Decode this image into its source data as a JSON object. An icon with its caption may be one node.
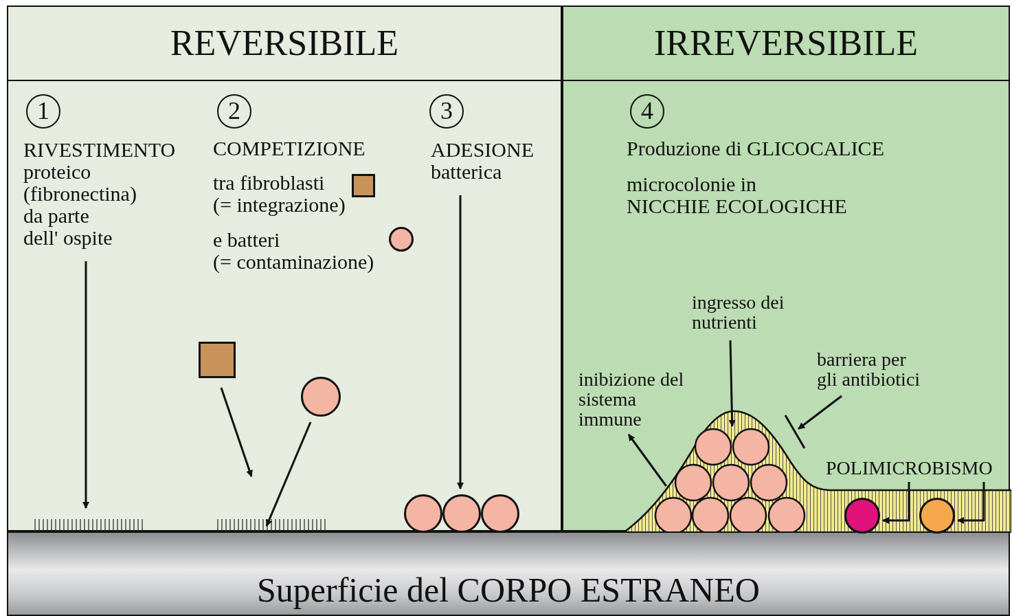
{
  "diagram": {
    "nodes": [
      {
        "text": [
          "REVERSIBILE"
        ]
      },
      {
        "text": [
          "IRREVERSIBILE"
        ]
      },
      {
        "text": [
          "1"
        ],
        "in": 0
      },
      {
        "text": [
          "RIVESTIMENTO",
          "proteico (fibronectina) da parte dell' ospite"
        ],
        "in": 0
      },
      {
        "text": [
          "2"
        ],
        "in": 0
      },
      {
        "text": [
          "3"
        ],
        "in": 0
      },
      {
        "text": [
          "ADESIONE",
          "batterica"
        ],
        "in": 0
      },
      {
        "text": [],
        "shape": "box",
        "in": 0
      },
      {
        "text": [],
        "shape": "circle",
        "in": 0
      },
      {
        "text": [],
        "shape": "bar",
        "in": 0
      },
      {
        "text": [],
        "shape": "bar",
        "in": 0
      },
      {
        "text": [],
        "shape": "circle",
        "in": 0
      },
      {
        "text": [],
        "shape": "circle",
        "in": 0
      },
      {
        "text": [],
        "shape": "circle",
        "in": 0
      },
      {
        "text": [
          "4"
        ],
        "in": 1
      },
      {
        "text": [
          "inibizione del sistema immune"
        ],
        "in": 1
      },
      {
        "text": [
          "ingresso dei nutrienti"
        ],
        "in": 1
      },
      {
        "text": [
          "barriera per gli antibiotici"
        ],
        "in": 1
      },
      {
        "text": [],
        "shape": "line",
        "in": 1
      },
      {
        "text": [],
        "shape": "mound",
        "in": 1
      },
      {
        "text": [
          "POLIMICROBISMO"
        ],
        "in": 1
      },
      {
        "text": [],
        "shape": "circle",
        "in": 19
      },
      {
        "text": [],
        "shape": "circle",
        "in": 19
      },
      {
        "text": [
          "Superficie del CORPO ESTRANEO"
        ]
      }
    ],
    "edges": [
      {
        "from": 3,
        "to": 9,
        "arrow": "to"
      },
      {
        "from": 7,
        "to": 10,
        "arrow": "to"
      },
      {
        "from": 8,
        "to": 10,
        "arrow": "to"
      },
      {
        "from": 6,
        "to": 12,
        "arrow": "to"
      },
      {
        "from": 19,
        "to": 15,
        "arrow": "to"
      },
      {
        "from": 16,
        "to": 19,
        "arrow": "to"
      },
      {
        "from": 17,
        "to": 18,
        "arrow": "to"
      },
      {
        "from": 20,
        "to": 21,
        "arrow": "to"
      },
      {
        "from": 20,
        "to": 22,
        "arrow": "to"
      }
    ],
    "labels": [
      "COMPETIZIONE",
      "Produzione di GLICOCALICE",
      "microcolonie in NICCHIE ECOLOGICHE"
    ],
    "legend": [
      {
        "text": "tra fibroblasti (= integrazione)",
        "color": "#c8935a"
      },
      {
        "text": "e batteri (= contaminazione)",
        "color": "#f4b5a4"
      }
    ]
  }
}
